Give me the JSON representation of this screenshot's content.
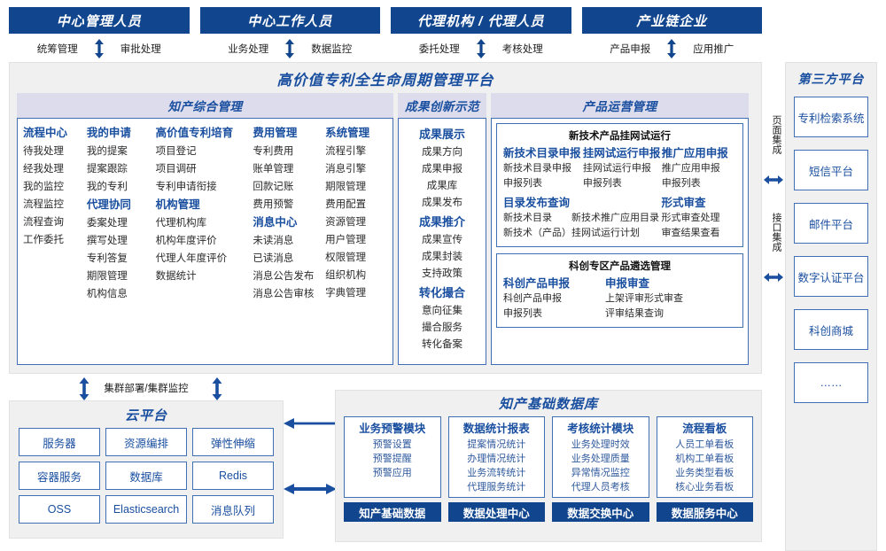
{
  "actors": [
    {
      "title": "中心管理人员",
      "left": "统筹管理",
      "right": "审批处理"
    },
    {
      "title": "中心工作人员",
      "left": "业务处理",
      "right": "数据监控"
    },
    {
      "title": "代理机构 / 代理人员",
      "left": "委托处理",
      "right": "考核处理"
    },
    {
      "title": "产业链企业",
      "left": "产品申报",
      "right": "应用推广"
    }
  ],
  "platform": {
    "title": "高价值专利全生命周期管理平台",
    "sections": {
      "zhichan": {
        "header": "知产综合管理",
        "columns": [
          {
            "blocks": [
              {
                "group": "流程中心",
                "items": [
                  "待我处理",
                  "经我处理",
                  "我的监控",
                  "流程监控",
                  "流程查询",
                  "工作委托"
                ]
              }
            ]
          },
          {
            "blocks": [
              {
                "group": "我的申请",
                "items": [
                  "我的提案",
                  "提案跟踪",
                  "我的专利"
                ]
              },
              {
                "group": "代理协同",
                "items": [
                  "委案处理",
                  "撰写处理",
                  "专利答复",
                  "期限管理",
                  "机构信息"
                ]
              }
            ]
          },
          {
            "blocks": [
              {
                "group": "高价值专利培育",
                "items": [
                  "项目登记",
                  "项目调研",
                  "专利申请衔接"
                ]
              },
              {
                "group": "机构管理",
                "items": [
                  "代理机构库",
                  "机构年度评价",
                  "代理人年度评价",
                  "数据统计"
                ]
              }
            ]
          },
          {
            "blocks": [
              {
                "group": "费用管理",
                "items": [
                  "专利费用",
                  "账单管理",
                  "回款记账",
                  "费用预警"
                ]
              },
              {
                "group": "消息中心",
                "items": [
                  "未读消息",
                  "已读消息",
                  "消息公告发布",
                  "消息公告审核"
                ]
              }
            ]
          },
          {
            "blocks": [
              {
                "group": "系统管理",
                "items": [
                  "流程引擎",
                  "消息引擎",
                  "期限管理",
                  "费用配置",
                  "资源管理",
                  "用户管理",
                  "权限管理",
                  "组织机构",
                  "字典管理"
                ]
              }
            ]
          }
        ]
      },
      "chengguo": {
        "header": "成果创新示范",
        "blocks": [
          {
            "group": "成果展示",
            "items": [
              "成果方向",
              "成果申报",
              "成果库",
              "成果发布"
            ]
          },
          {
            "group": "成果推介",
            "items": [
              "成果宣传",
              "成果封装",
              "支持政策"
            ]
          },
          {
            "group": "转化撮合",
            "items": [
              "意向征集",
              "撮合服务",
              "转化备案"
            ]
          }
        ]
      },
      "chanpin": {
        "header": "产品运营管理",
        "boxes": [
          {
            "title": "新技术产品挂网试运行",
            "row1": [
              {
                "group": "新技术目录申报",
                "items": [
                  "新技术目录申报",
                  "申报列表"
                ]
              },
              {
                "group": "挂网试运行申报",
                "items": [
                  "挂网试运行申报",
                  "申报列表"
                ]
              },
              {
                "group": "推广应用申报",
                "items": [
                  "推广应用申报",
                  "申报列表"
                ]
              }
            ],
            "row2": [
              {
                "group": "目录发布查询",
                "items": [
                  "新技术目录　　新技术推广应用目录",
                  "新技术（产品）挂网试运行计划"
                ]
              },
              {
                "group": "形式审查",
                "items": [
                  "形式审查处理",
                  "审查结果查看"
                ]
              }
            ]
          },
          {
            "title": "科创专区产品遴选管理",
            "row1": [
              {
                "group": "科创产品申报",
                "items": [
                  "科创产品申报",
                  "申报列表"
                ]
              },
              {
                "group": "申报审查",
                "items": [
                  "上架评审形式审查",
                  "评审结果查询"
                ]
              }
            ]
          }
        ]
      }
    }
  },
  "integration": {
    "page": "页面集成",
    "api": "接口集成"
  },
  "third_party": {
    "title": "第三方平台",
    "items": [
      "专利检索系统",
      "短信平台",
      "邮件平台",
      "数字认证平台",
      "科创商城",
      "……"
    ]
  },
  "cluster": {
    "label": "集群部署/集群监控"
  },
  "cloud": {
    "title": "云平台",
    "cells": [
      "服务器",
      "资源编排",
      "弹性伸缩",
      "容器服务",
      "数据库",
      "Redis",
      "OSS",
      "Elasticsearch",
      "消息队列"
    ]
  },
  "database": {
    "title": "知产基础数据库",
    "columns": [
      {
        "header": "业务预警模块",
        "items": [
          "预警设置",
          "预警提醒",
          "预警应用"
        ],
        "footer": "知产基础数据"
      },
      {
        "header": "数据统计报表",
        "items": [
          "提案情况统计",
          "办理情况统计",
          "业务流转统计",
          "代理服务统计"
        ],
        "footer": "数据处理中心"
      },
      {
        "header": "考核统计模块",
        "items": [
          "业务处理时效",
          "业务处理质量",
          "异常情况监控",
          "代理人员考核"
        ],
        "footer": "数据交换中心"
      },
      {
        "header": "流程看板",
        "items": [
          "人员工单看板",
          "机构工单看板",
          "业务类型看板",
          "核心业务看板"
        ],
        "footer": "数据服务中心"
      }
    ]
  },
  "colors": {
    "brand_dark": "#11468f",
    "brand_blue": "#1a4fa0",
    "border_blue": "#3f6fb5",
    "panel_bg": "#f0f0f0",
    "header_band": "#dcdcec"
  }
}
